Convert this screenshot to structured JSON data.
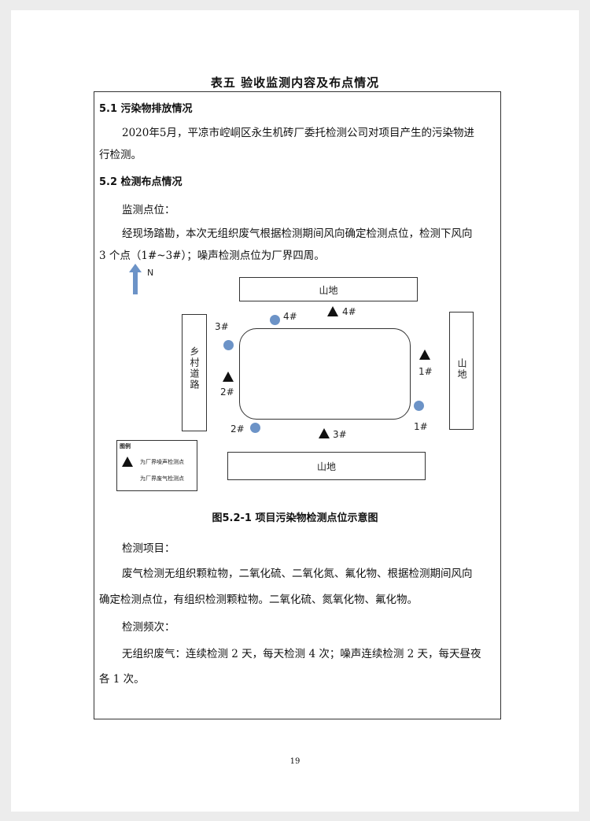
{
  "title": "表五   验收监测内容及布点情况",
  "section1": {
    "heading": "5.1 污染物排放情况",
    "para_line1": "2020年5月，平凉市崆峒区永生机砖厂委托检测公司对项目产生的污染物进",
    "para_line2": "行检测。"
  },
  "section2": {
    "heading": "5.2 检测布点情况",
    "points_label": "监测点位：",
    "points_line1": "经现场踏勘，本次无组织废气根据检测期间风向确定检测点位，检测下风向",
    "points_line2": "3 个点（1#~3#）；噪声检测点位为厂界四周。"
  },
  "diagram": {
    "north": "N",
    "top_area": "山地",
    "bottom_area": "山地",
    "right_area": "山地",
    "left_road": "乡村道路",
    "markers": {
      "c4": "4#",
      "t4": "4#",
      "c3": "3#",
      "t1": "1#",
      "t2": "2#",
      "c2": "2#",
      "t3": "3#",
      "c1": "1#"
    },
    "legend_title": "图例",
    "legend_noise": "为厂界噪声检测点",
    "legend_gas": "为厂界废气检测点",
    "colors": {
      "gas_point": "#6c93c7",
      "noise_point": "#111111"
    }
  },
  "caption": "图5.2-1     项目污染物检测点位示意图",
  "items": {
    "label": "检测项目：",
    "line1": "废气检测无组织颗粒物，二氧化硫、二氧化氮、氟化物、根据检测期间风向",
    "line2": "确定检测点位，有组织检测颗粒物。二氧化硫、氮氧化物、氟化物。"
  },
  "frequency": {
    "label": "检测频次：",
    "line1": "无组织废气：连续检测 2 天，每天检测 4 次；噪声连续检测 2 天，每天昼夜",
    "line2": "各 1 次。"
  },
  "page_number": "19"
}
